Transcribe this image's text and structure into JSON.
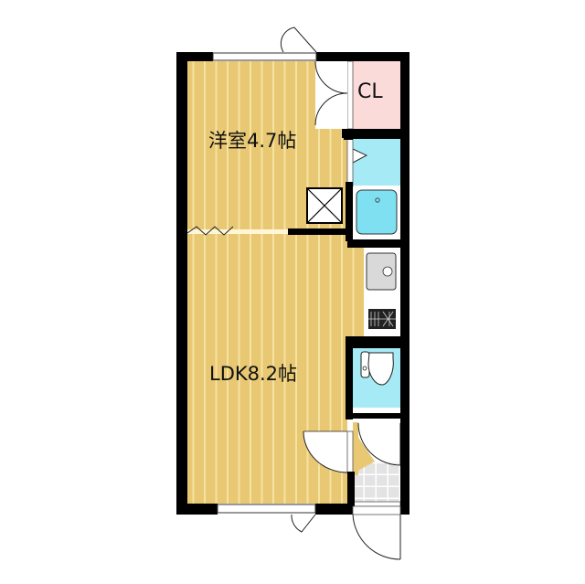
{
  "floor_plan": {
    "rooms": [
      {
        "id": "western-room",
        "label": "洋室4.7帖",
        "type": "Western-style room",
        "size_jo": 4.7
      },
      {
        "id": "ldk",
        "label": "LDK8.2帖",
        "type": "Living/Dining/Kitchen",
        "size_jo": 8.2
      },
      {
        "id": "closet",
        "label": "CL",
        "type": "Closet"
      },
      {
        "id": "bathroom",
        "label": "",
        "type": "Unit bath"
      },
      {
        "id": "kitchen",
        "label": "",
        "type": "Kitchen counter with sink and stove"
      },
      {
        "id": "toilet",
        "label": "",
        "type": "Toilet"
      },
      {
        "id": "entrance",
        "label": "",
        "type": "Entrance (genkan)"
      }
    ],
    "colors": {
      "floor_wood": "#E8C872",
      "floor_stripe": "#F6E2A2",
      "wall": "#000000",
      "closet": "#FBDADA",
      "wet_area": "#A6EAF5",
      "bath_tub": "#7EE0F0",
      "fixture_gray": "#D9D9D9",
      "entrance_tile": "#E3E3E3"
    }
  }
}
